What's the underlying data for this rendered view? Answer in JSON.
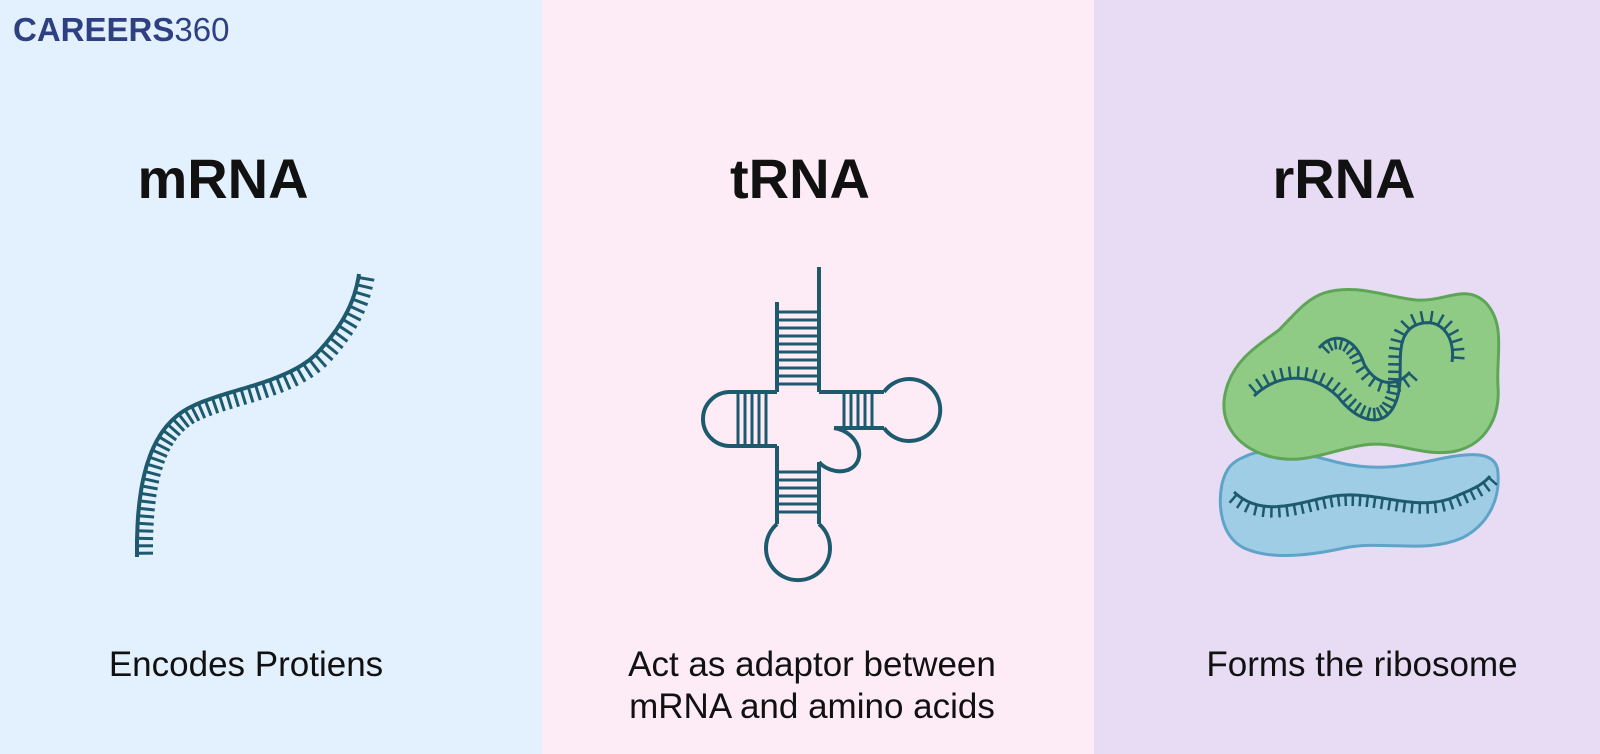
{
  "logo": {
    "part1": "CAREERS",
    "part2": "360"
  },
  "colors": {
    "mrna_bg": "#e3f0fe",
    "trna_bg": "#fdebf6",
    "rrna_bg": "#e8dcf5",
    "strand": "#1d5a6e",
    "subunit_large_fill": "#8fcb85",
    "subunit_large_edge": "#5ea558",
    "subunit_small_fill": "#9fcde6",
    "subunit_small_edge": "#5fa4c8",
    "logo": "#2e3f82"
  },
  "panels": [
    {
      "id": "mrna",
      "title": "mRNA",
      "caption": "Encodes Protiens"
    },
    {
      "id": "trna",
      "title": "tRNA",
      "caption_line1": "Act as adaptor between",
      "caption_line2": "mRNA and amino acids"
    },
    {
      "id": "rrna",
      "title": "rRNA",
      "caption": "Forms the ribosome"
    }
  ]
}
